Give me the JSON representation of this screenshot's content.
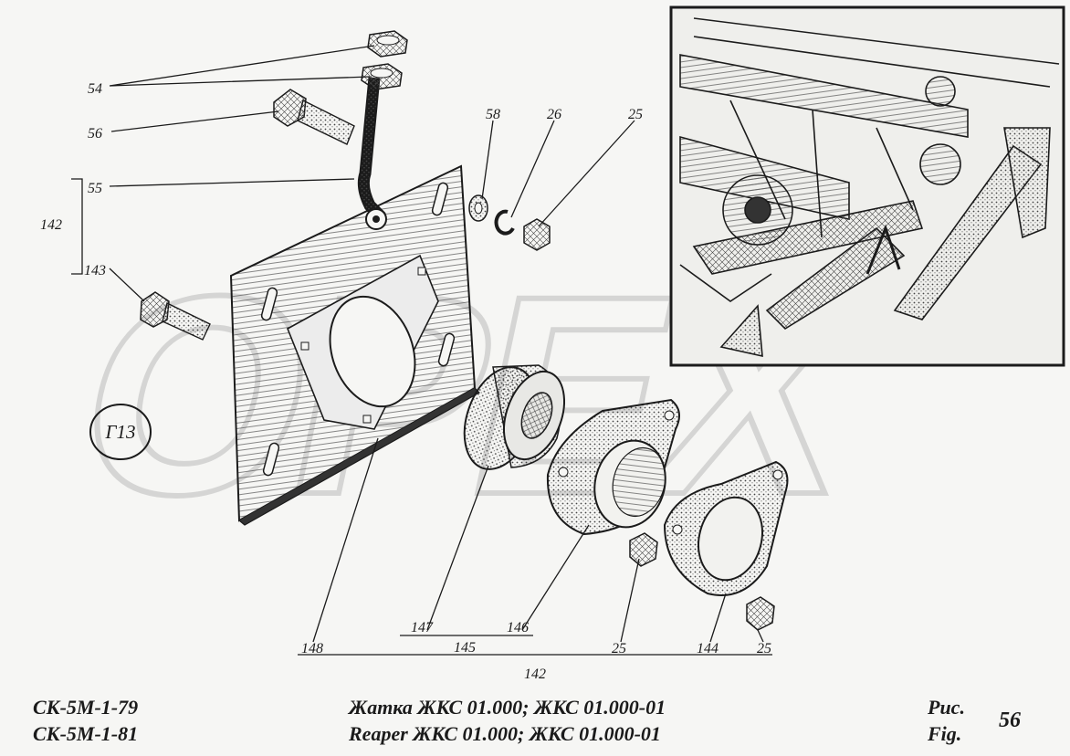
{
  "callouts": {
    "c54": "54",
    "c56": "56",
    "c55": "55",
    "c142_side": "142",
    "c143": "143",
    "c58": "58",
    "c26": "26",
    "c25_top": "25",
    "c148": "148",
    "c147": "147",
    "c146": "146",
    "c145": "145",
    "c25_mid": "25",
    "c144": "144",
    "c25_right": "25",
    "c142_bottom": "142"
  },
  "view_marker": "Г13",
  "watermark": "OPEX",
  "footer": {
    "model_1": "СК-5М-1-79",
    "model_2": "СК-5М-1-81",
    "title_ru": "Жатка ЖКС 01.000; ЖКС 01.000-01",
    "title_en": "Reaper ЖКС 01.000; ЖКС 01.000-01",
    "fig_ru": "Рис.",
    "fig_en": "Fig.",
    "fig_number": "56"
  }
}
